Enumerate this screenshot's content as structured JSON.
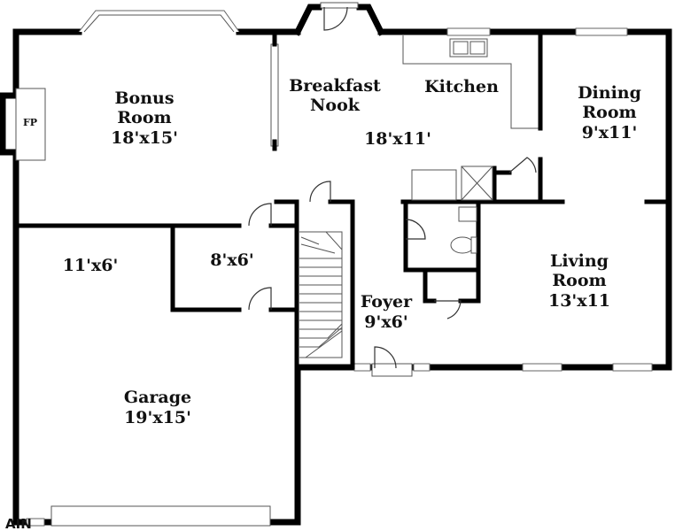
{
  "rooms": {
    "bonus_name_1": "Bonus",
    "bonus_name_2": "Room",
    "bonus_dims": "18'x15'",
    "breakfast_name_1": "Breakfast",
    "breakfast_name_2": "Nook",
    "breakfast_dims": "18'x11'",
    "kitchen_name": "Kitchen",
    "dining_name_1": "Dining",
    "dining_name_2": "Room",
    "dining_dims": "9'x11'",
    "fireplace": "FP",
    "small_room_dims": "11'x6'",
    "closet_dims": "8'x6'",
    "foyer_name": "Foyer",
    "foyer_dims": "9'x6'",
    "living_name_1": "Living",
    "living_name_2": "Room",
    "living_dims": "13'x11",
    "garage_name": "Garage",
    "garage_dims": "19'x15'"
  },
  "watermark": "AIN"
}
